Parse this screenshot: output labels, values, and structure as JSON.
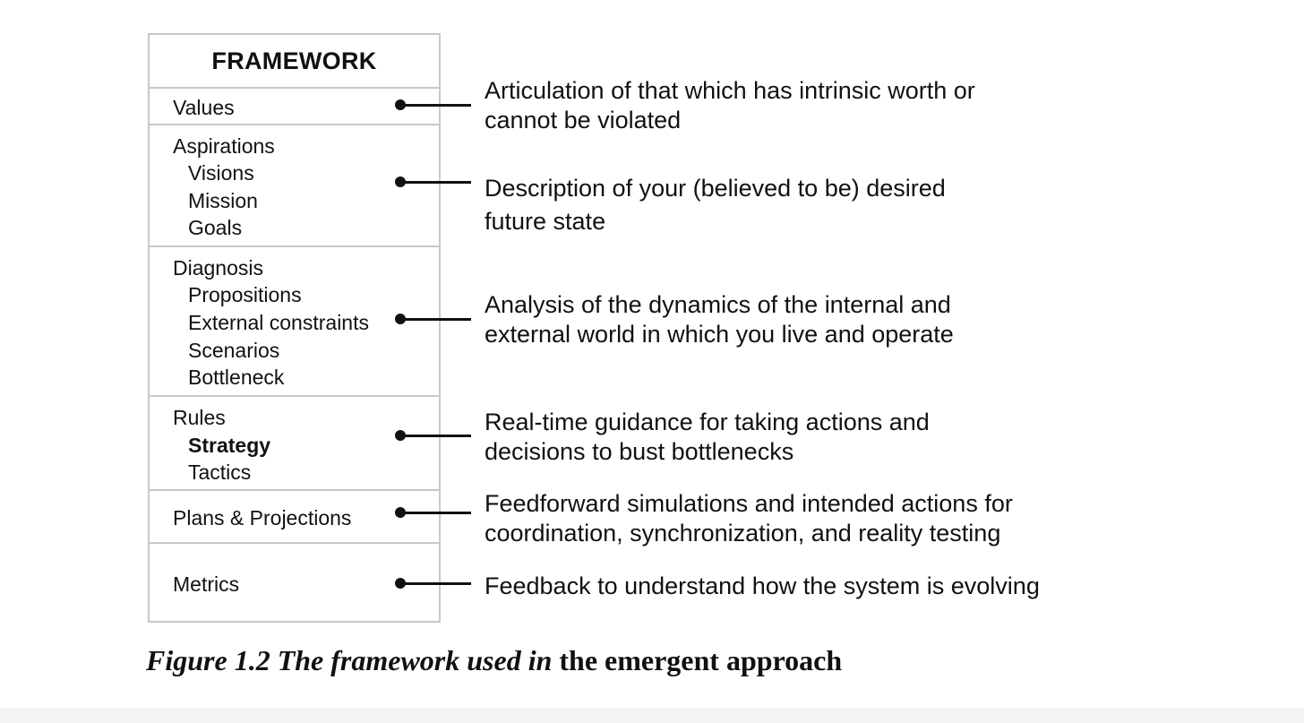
{
  "framework": {
    "title": "FRAMEWORK",
    "sections": [
      {
        "label": "Values",
        "items": [],
        "description": [
          "Articulation of that which has intrinsic worth or",
          "cannot be violated"
        ]
      },
      {
        "label": "Aspirations",
        "items": [
          "Visions",
          "Mission",
          "Goals"
        ],
        "description": [
          "Description of your (believed to be) desired",
          "future state"
        ]
      },
      {
        "label": "Diagnosis",
        "items": [
          "Propositions",
          "External constraints",
          "Scenarios",
          "Bottleneck"
        ],
        "description": [
          "Analysis of the dynamics of the internal and",
          "external world in which you live and operate"
        ]
      },
      {
        "label": "Rules",
        "items": [
          "Strategy",
          "Tactics"
        ],
        "description": [
          "Real-time guidance for taking actions and",
          "decisions to bust bottlenecks"
        ]
      },
      {
        "label": "Plans & Projections",
        "items": [],
        "description": [
          "Feedforward simulations and intended actions for",
          "coordination, synchronization, and reality testing"
        ]
      },
      {
        "label": "Metrics",
        "items": [],
        "description": [
          "Feedback to understand how the system is evolving"
        ]
      }
    ]
  },
  "caption": {
    "italic_part": "Figure 1.2  The framework used in",
    "regular_part": " the emergent approach"
  }
}
